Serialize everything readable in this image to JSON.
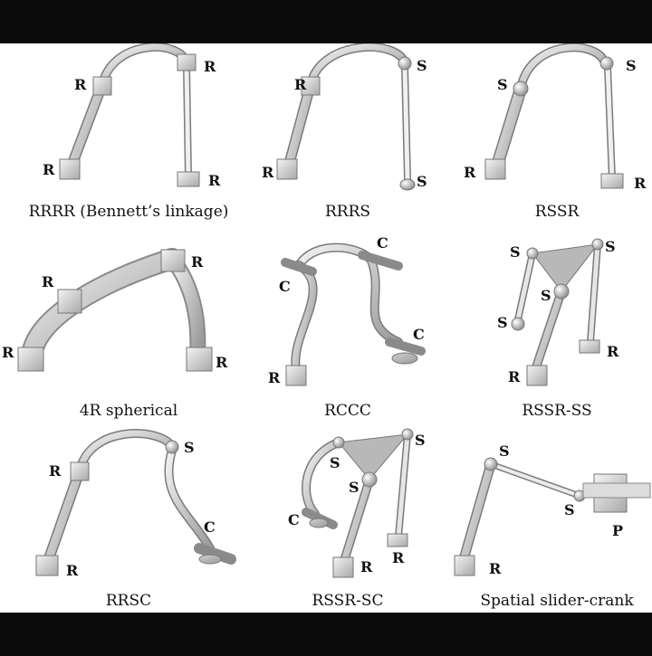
{
  "figure": {
    "captions": [
      "RRRR (Bennett’s linkage)",
      "RRRS",
      "RSSR",
      "4R spherical",
      "RCCC",
      "RSSR-SS",
      "RRSC",
      "RSSR-SC",
      "Spatial slider-crank"
    ],
    "joint_labels": {
      "rrrr": [
        "R",
        "R",
        "R",
        "R"
      ],
      "rrrs": [
        "R",
        "S",
        "R",
        "S"
      ],
      "rssr": [
        "S",
        "S",
        "R",
        "R"
      ],
      "spherical_4r": [
        "R",
        "R",
        "R",
        "R"
      ],
      "rccc": [
        "C",
        "C",
        "C",
        "R"
      ],
      "rssr_ss": [
        "S",
        "S",
        "S",
        "S",
        "R",
        "R"
      ],
      "rrsc": [
        "R",
        "S",
        "C",
        "R"
      ],
      "rssr_sc": [
        "S",
        "S",
        "S",
        "C",
        "R",
        "R"
      ],
      "slider_crank": [
        "S",
        "S",
        "P",
        "R"
      ]
    }
  }
}
